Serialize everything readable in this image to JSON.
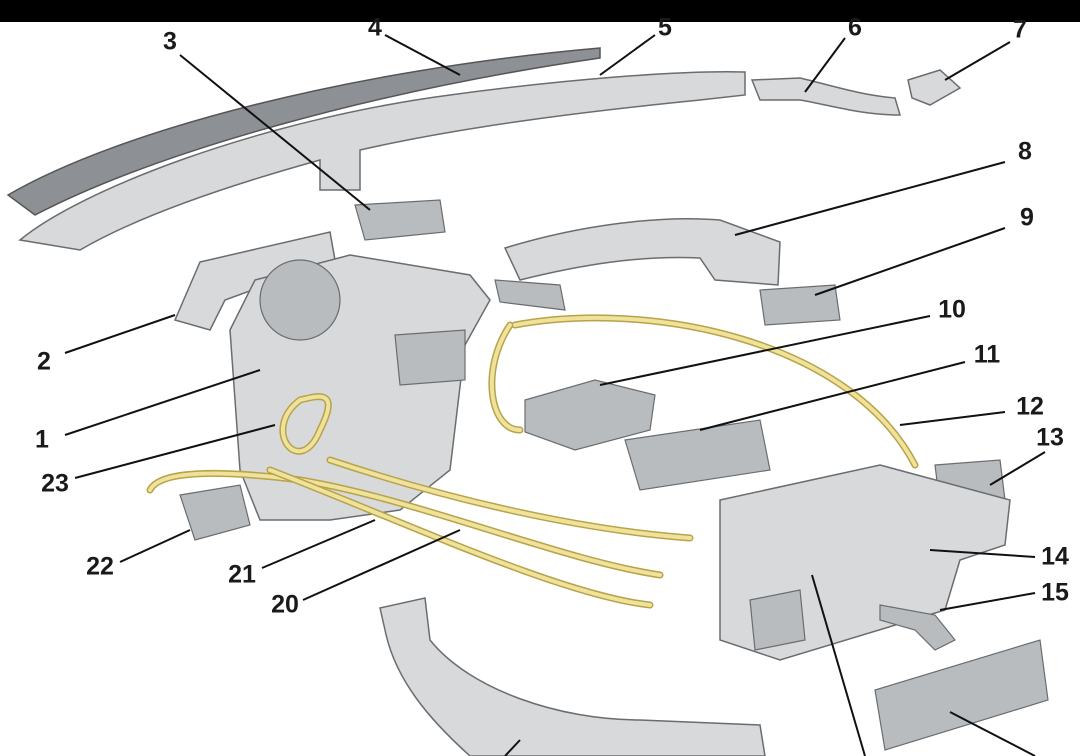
{
  "labels": {
    "l1": "1",
    "l2": "2",
    "l3": "3",
    "l4": "4",
    "l5": "5",
    "l6": "6",
    "l7": "7",
    "l8": "8",
    "l9": "9",
    "l10": "10",
    "l11": "11",
    "l12": "12",
    "l13": "13",
    "l14": "14",
    "l15": "15",
    "l20": "20",
    "l21": "21",
    "l22": "22",
    "l23": "23"
  },
  "colors": {
    "cable": "#e8d98a",
    "part": "#d7d9db",
    "panel": "#8d9094"
  }
}
